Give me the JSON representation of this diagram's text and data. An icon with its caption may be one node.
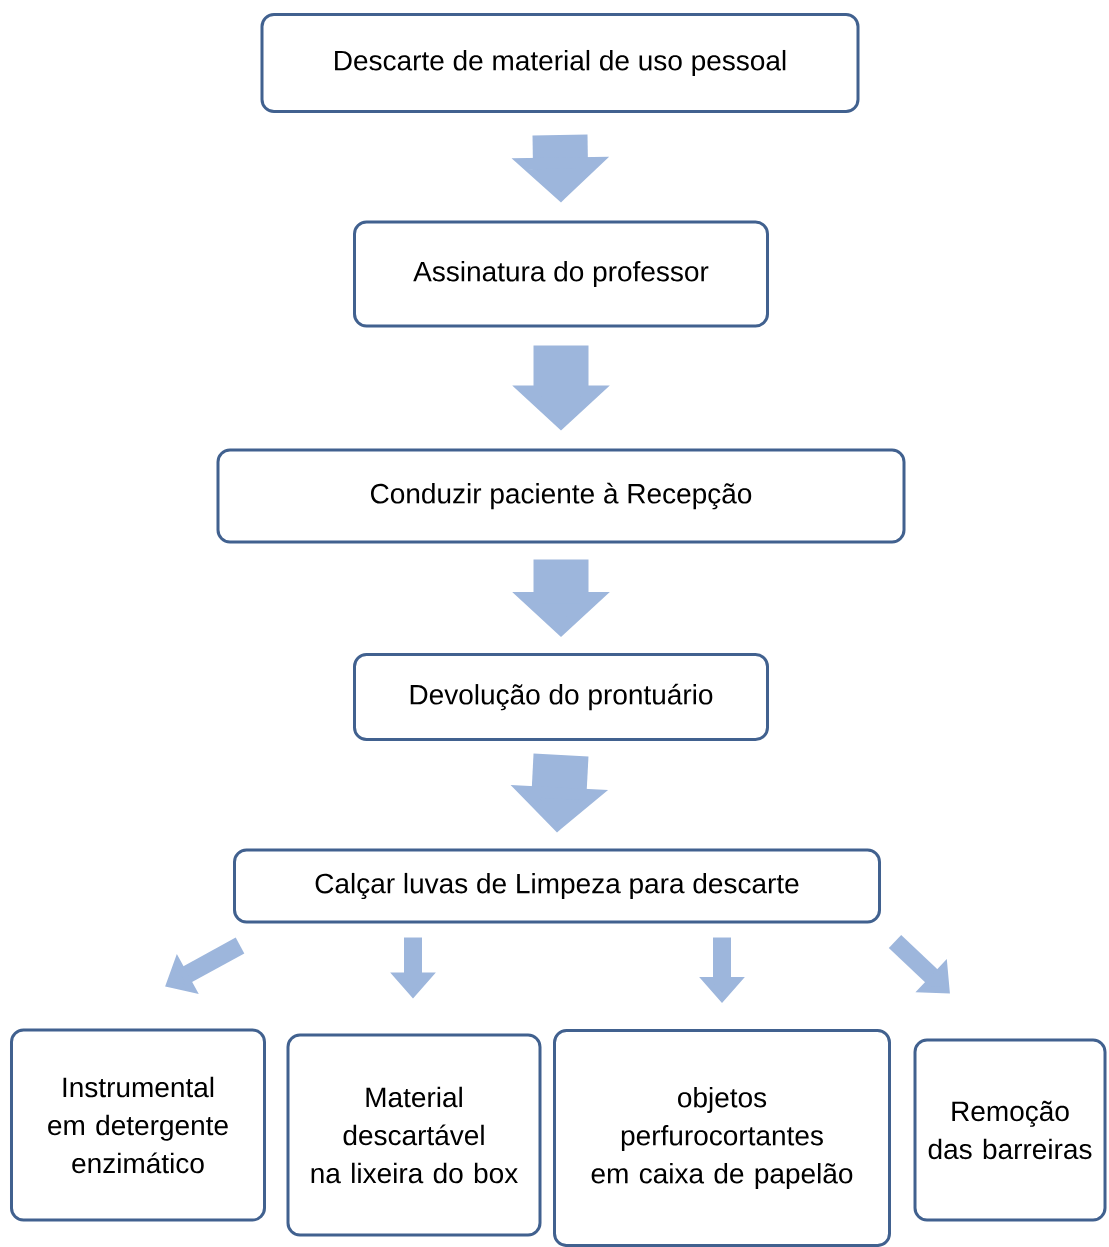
{
  "diagram": {
    "nodes": [
      {
        "text": [
          "Descarte de material de uso pessoal"
        ]
      },
      {
        "text": [
          "Assinatura do professor"
        ]
      },
      {
        "text": [
          "Conduzir paciente à Recepção"
        ]
      },
      {
        "text": [
          "Devolução do prontuário"
        ]
      },
      {
        "text": [
          "Calçar luvas de Limpeza para descarte"
        ]
      },
      {
        "text": [
          "Instrumental em detergente enzimático"
        ]
      },
      {
        "text": [
          "Material descartável na lixeira do box"
        ]
      },
      {
        "text": [
          "objetos perfurocortantes em caixa de papelão"
        ]
      },
      {
        "text": [
          "Remoção das barreiras"
        ]
      }
    ],
    "edges": [
      {
        "from": 0,
        "to": 1,
        "arrow": "to",
        "style": "thick"
      },
      {
        "from": 1,
        "to": 2,
        "arrow": "to",
        "style": "thick"
      },
      {
        "from": 2,
        "to": 3,
        "arrow": "to",
        "style": "thick"
      },
      {
        "from": 3,
        "to": 4,
        "arrow": "to",
        "style": "thick"
      },
      {
        "from": 4,
        "to": 5,
        "arrow": "to"
      },
      {
        "from": 4,
        "to": 6,
        "arrow": "to"
      },
      {
        "from": 4,
        "to": 7,
        "arrow": "to"
      },
      {
        "from": 4,
        "to": 8,
        "arrow": "to"
      }
    ]
  }
}
